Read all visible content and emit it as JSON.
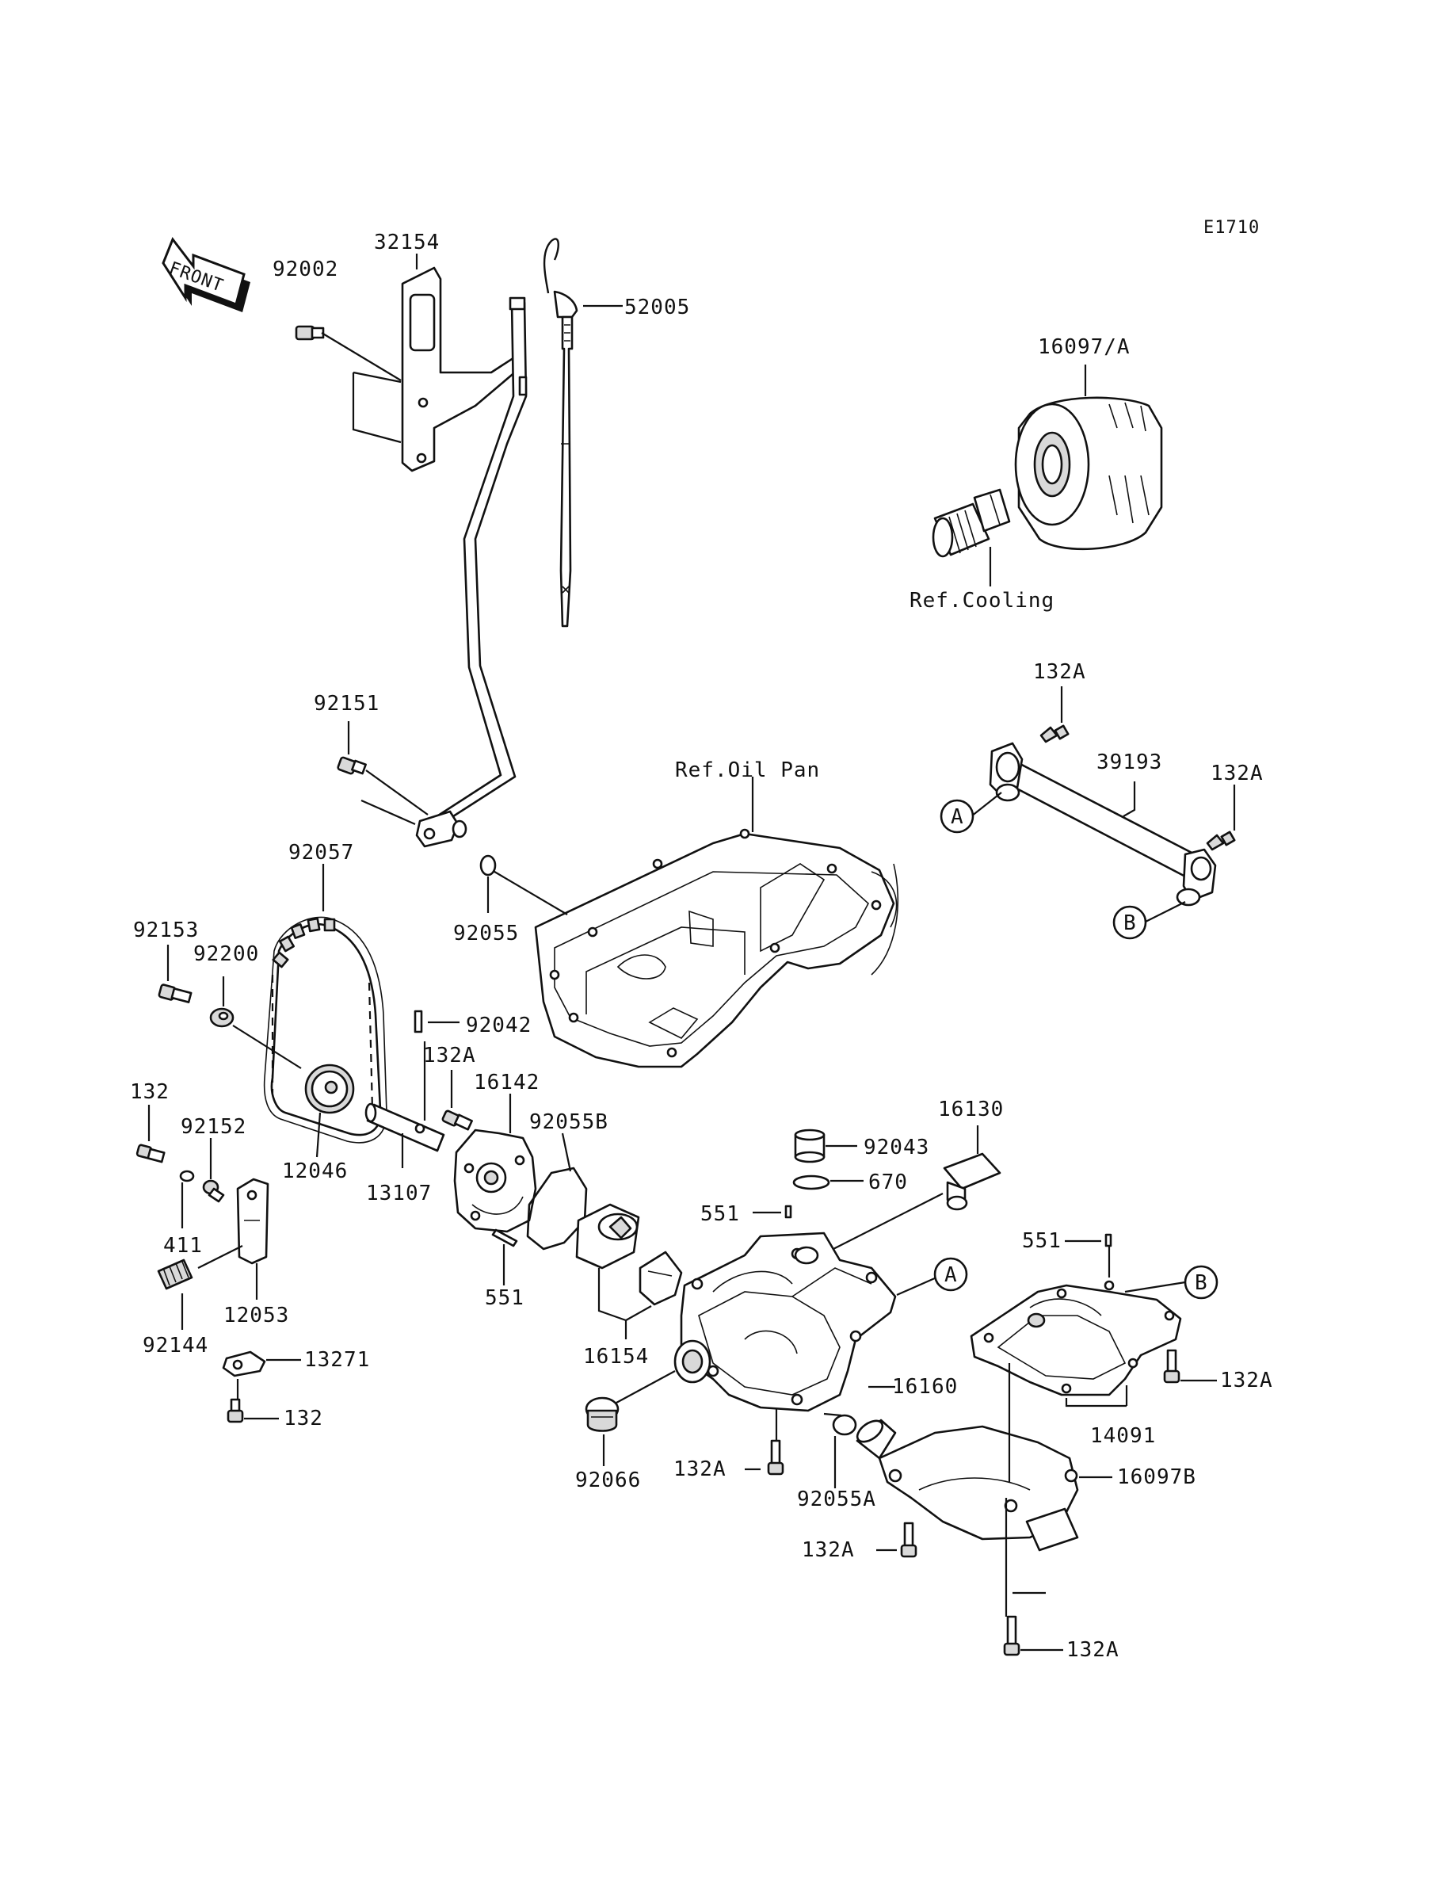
{
  "diagram": {
    "id_code": "E1710",
    "front_label": "FRONT",
    "references": {
      "cooling": "Ref.Cooling",
      "oil_pan": "Ref.Oil Pan"
    },
    "callouts": {
      "A": "A",
      "B": "B"
    },
    "part_numbers": {
      "p32154": "32154",
      "p92002": "92002",
      "p52005": "52005",
      "p16097A": "16097/A",
      "p132A_a": "132A",
      "p39193": "39193",
      "p132A_b": "132A",
      "p92151": "92151",
      "p92057": "92057",
      "p92055": "92055",
      "p92153": "92153",
      "p92200": "92200",
      "p92042": "92042",
      "p132A_c": "132A",
      "p16142": "16142",
      "p132_a": "132",
      "p92152": "92152",
      "p12046": "12046",
      "p13107": "13107",
      "p92055B": "92055B",
      "p16130": "16130",
      "p92043": "92043",
      "p670": "670",
      "p411": "411",
      "p551_a": "551",
      "p551_b": "551",
      "p12053": "12053",
      "p551_c": "551",
      "p92144": "92144",
      "p13271": "13271",
      "p16154": "16154",
      "p16160": "16160",
      "p132A_d": "132A",
      "p14091": "14091",
      "p132_b": "132",
      "p132A_e": "132A",
      "p92066": "92066",
      "p16097B": "16097B",
      "p92055A": "92055A",
      "p132A_f": "132A",
      "p132A_g": "132A"
    }
  }
}
